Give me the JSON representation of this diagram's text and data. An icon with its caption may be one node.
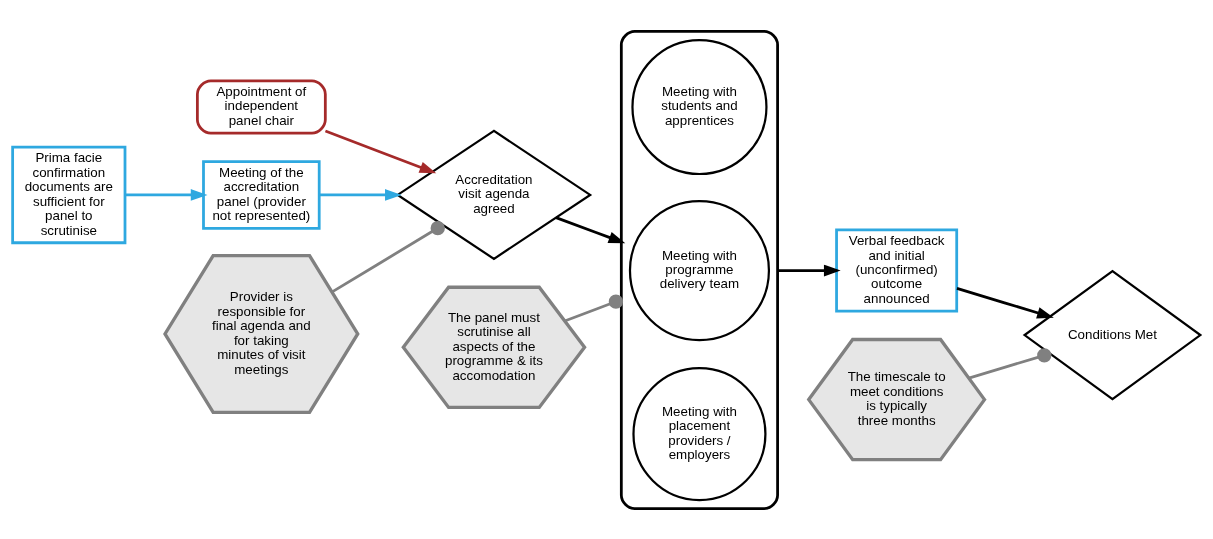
{
  "diagram": {
    "nodes": [
      {
        "text": [
          "Appointment of independent panel chair"
        ]
      },
      {
        "text": [
          "Prima facie confirmation documents are sufficient for panel to scrutinise"
        ]
      },
      {
        "text": [
          "Meeting of the accreditation panel (provider not represented)"
        ]
      },
      {
        "text": [
          "Accreditation visit agenda agreed"
        ]
      },
      {
        "text": [
          "Provider is responsible for final agenda and for taking minutes of visit meetings"
        ]
      },
      {
        "text": [],
        "shape": "bracket"
      },
      {
        "text": [
          "Meeting with students and apprentices"
        ],
        "in": 5
      },
      {
        "text": [
          "Meeting with programme delivery team"
        ],
        "in": 5
      },
      {
        "text": [
          "Meeting with placement providers / employers"
        ],
        "in": 5
      },
      {
        "text": [
          "The panel must scrutinise all aspects of the programme & its accomodation"
        ]
      },
      {
        "text": [
          "Verbal feedback and initial (unconfirmed) outcome announced"
        ]
      },
      {
        "text": [
          "Conditions Met"
        ]
      },
      {
        "text": [
          "The timescale to meet conditions is typically three months"
        ]
      }
    ],
    "edges": [
      {
        "from": 0,
        "to": 3,
        "arrow": "to",
        "color": "#a52a2a"
      },
      {
        "from": 1,
        "to": 2,
        "arrow": "to",
        "color": "#2ea8e0"
      },
      {
        "from": 2,
        "to": 3,
        "arrow": "to",
        "color": "#2ea8e0"
      },
      {
        "from": 4,
        "to": 3,
        "arrow": "other",
        "color": "#808080"
      },
      {
        "from": 3,
        "to": 5,
        "arrow": "to",
        "color": "#000000"
      },
      {
        "from": 9,
        "to": 5,
        "arrow": "other",
        "color": "#808080"
      },
      {
        "from": 5,
        "to": 10,
        "arrow": "to",
        "color": "#000000"
      },
      {
        "from": 10,
        "to": 11,
        "arrow": "to",
        "color": "#000000"
      },
      {
        "from": 12,
        "to": 11,
        "arrow": "other",
        "color": "#808080"
      }
    ]
  }
}
